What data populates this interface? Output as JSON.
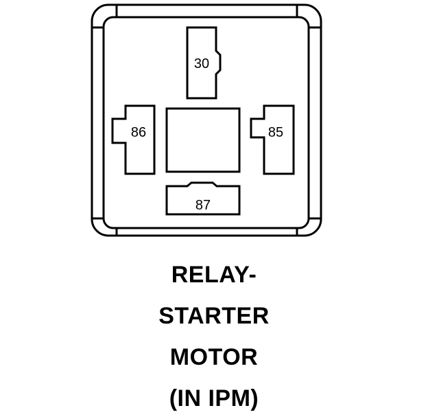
{
  "pins": {
    "pin30": "30",
    "pin86": "86",
    "pin85": "85",
    "pin87": "87"
  },
  "caption": {
    "line1": "RELAY-",
    "line2": "STARTER",
    "line3": "MOTOR",
    "line4": "(IN IPM)"
  }
}
